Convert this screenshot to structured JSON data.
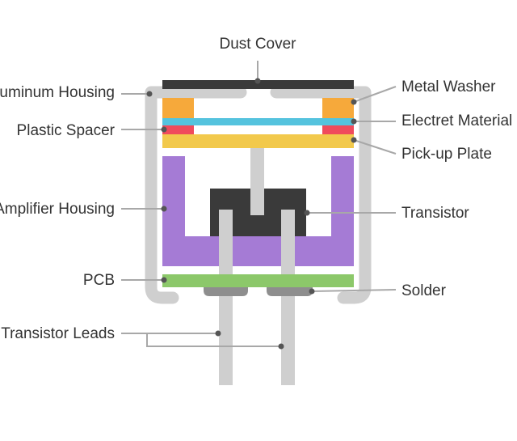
{
  "labels": {
    "dust_cover": "Dust Cover",
    "aluminum_housing": "Aluminum Housing",
    "plastic_spacer": "Plastic Spacer",
    "amplifier_housing": "Amplifier Housing",
    "pcb": "PCB",
    "transistor_leads": "Transistor Leads",
    "metal_washer": "Metal Washer",
    "electret_material": "Electret Material",
    "pickup_plate": "Pick-up Plate",
    "transistor": "Transistor",
    "solder": "Solder"
  },
  "colors": {
    "text": "#333333",
    "leader_line": "#a8a8a8",
    "housing": "#cfcfcf",
    "dust_cover": "#3a3a3a",
    "washer": "#f6a93b",
    "electret": "#55c3de",
    "spacer": "#f04b5c",
    "pickup_plate": "#f2c94c",
    "amplifier_housing": "#a57bd5",
    "transistor": "#3a3a3a",
    "pcb": "#8cc86a",
    "solder": "#8e8e8e",
    "dot": "#555555"
  }
}
